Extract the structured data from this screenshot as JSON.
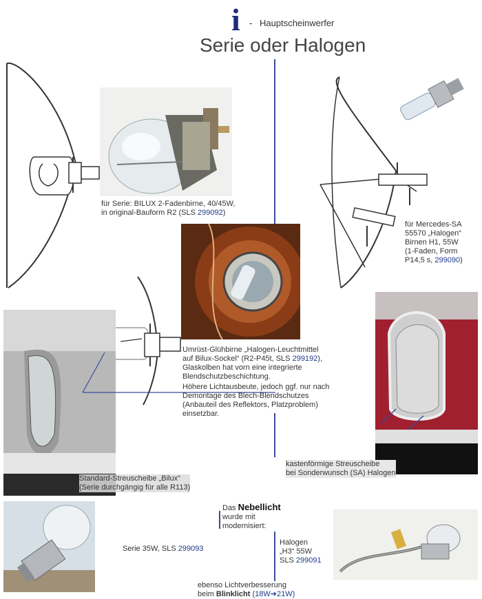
{
  "header": {
    "info_letter": "i",
    "dash": "-",
    "subtitle": "Hauptscheinwerfer",
    "title": "Serie oder Halogen"
  },
  "captions": {
    "bilux": {
      "line1": "für Serie: BILUX 2-Fadenbirne, 40/45W,",
      "line2_prefix": "in original-Bauform R2 (SLS ",
      "line2_num": "299092",
      "line2_suffix": ")"
    },
    "mercedes_sa": {
      "line1": "für Mercedes-SA",
      "line2": "55570 „Halogen“",
      "line3": "Birnen H1, 55W",
      "line4": "(1-Faden, Form",
      "line5_prefix": "P14,5 s, ",
      "line5_num": "299090",
      "line5_suffix": ")"
    },
    "umruest": {
      "line1": "Umrüst-Glühbirne „Halogen-Leuchtmittel",
      "line2_prefix": "auf Bilux-Sockel“ (R2-P45t, SLS ",
      "line2_num": "299192",
      "line2_suffix": "),",
      "line3": "Glaskolben hat vorn eine integrierte",
      "line4": "Blendschutzbeschichtung."
    },
    "hoehere": {
      "line1": "Höhere Lichtausbeute, jedoch ggf. nur nach",
      "line2": "Demontage des Blech-Blendschutzes",
      "line3": "(Anbauteil des Reflektors, Platzproblem)",
      "line4": "einsetzbar."
    },
    "kasten": {
      "line1": "kastenförmige Streuscheibe",
      "line2": "bei Sonderwunsch (SA) Halogen"
    },
    "standard": {
      "line1": "Standard-Streuscheibe „Bilux“",
      "line2": "(Serie durchgängig für alle R113)"
    },
    "nebel": {
      "line1": "Das",
      "bold": "Nebellicht",
      "line2": "wurde mit",
      "line3": "modernisiert:"
    },
    "serie35": {
      "prefix": "Serie 35W, SLS ",
      "num": "299093"
    },
    "h3": {
      "line1": "Halogen",
      "line2": "„H3“ 55W",
      "line3_prefix": "SLS ",
      "line3_num": "299091"
    },
    "blink": {
      "line1": "ebenso Lichtverbesserung",
      "line2_prefix": "beim ",
      "line2_bold": "Blinklicht",
      "line2_paren": " (18W",
      "arrow": "➔",
      "line2_end": "21W)"
    }
  },
  "colors": {
    "accent_blue": "#1c2e7a",
    "divider": "#3a4a9a",
    "number_blue": "#1e3a8a"
  }
}
